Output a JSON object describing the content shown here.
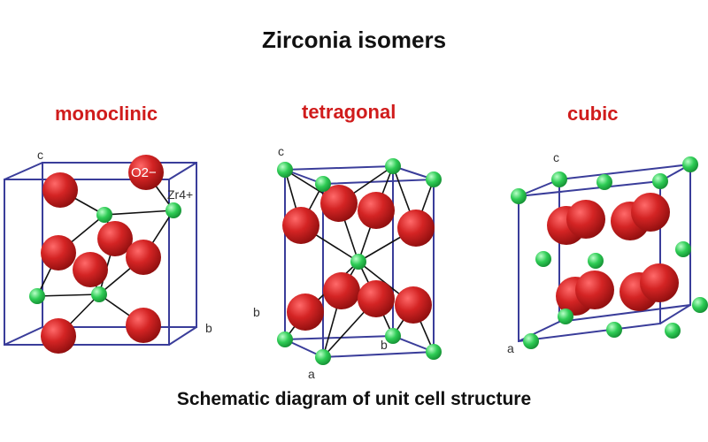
{
  "title": "Zirconia isomers",
  "caption": "Schematic diagram of unit cell structure",
  "colors": {
    "title": "#111111",
    "phase_label": "#d01c1c",
    "cell_edge": "#3a3d9a",
    "oxygen": "#c81e1e",
    "zirconium": "#2ecc55",
    "bond": "#111111"
  },
  "phases": [
    {
      "label": "monoclinic",
      "axis_labels": [
        "c",
        "b"
      ],
      "ion_labels": [
        "O2−",
        "Zr4+"
      ]
    },
    {
      "label": "tetragonal",
      "axis_labels": [
        "c",
        "b",
        "b",
        "a"
      ]
    },
    {
      "label": "cubic",
      "axis_labels": [
        "c",
        "a"
      ]
    }
  ]
}
